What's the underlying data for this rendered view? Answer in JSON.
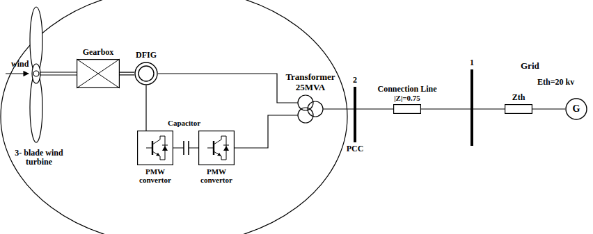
{
  "diagram": {
    "nodes": [
      {
        "text": [
          "Gearbox"
        ]
      },
      {
        "text": [
          "DFIG"
        ]
      },
      {
        "text": [
          "Transformer 25MVA"
        ]
      },
      {
        "text": [
          "PMW convertor"
        ]
      },
      {
        "text": [
          "PMW convertor"
        ]
      },
      {
        "text": [
          "2",
          "PCC"
        ]
      },
      {
        "text": [
          "Connection Line",
          "|Z|=0.75"
        ]
      },
      {
        "text": [
          "1"
        ]
      },
      {
        "text": [
          "Zth"
        ]
      },
      {
        "text": [
          "G"
        ]
      }
    ],
    "edges": [
      {
        "from": 0,
        "to": 1,
        "arrow": "none"
      },
      {
        "from": 1,
        "to": 2,
        "arrow": "none"
      },
      {
        "from": 1,
        "to": 3,
        "arrow": "none"
      },
      {
        "from": 3,
        "to": 4,
        "arrow": "none"
      },
      {
        "from": 4,
        "to": 2,
        "arrow": "none"
      },
      {
        "from": 2,
        "to": 5,
        "arrow": "none"
      },
      {
        "from": 5,
        "to": 6,
        "arrow": "none"
      },
      {
        "from": 6,
        "to": 7,
        "arrow": "none"
      },
      {
        "from": 7,
        "to": 8,
        "arrow": "none"
      },
      {
        "from": 8,
        "to": 9,
        "arrow": "none"
      }
    ],
    "labels": [
      "wind",
      "3- blade wind turbine",
      "Capacitor",
      "Grid",
      "Eth=20 kv"
    ]
  }
}
